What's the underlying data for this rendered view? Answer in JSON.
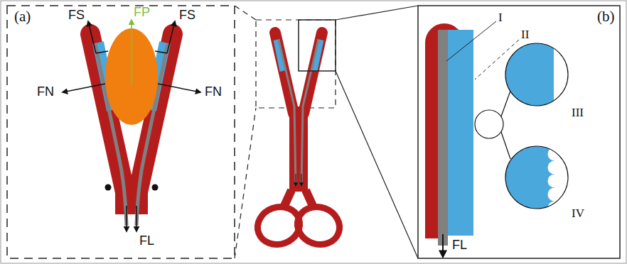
{
  "diagram": {
    "labels": [
      "(a)",
      "FP",
      "FS",
      "FS",
      "FN",
      "FN",
      "FL",
      "(b)",
      "I",
      "II",
      "III",
      "IV",
      "FL"
    ]
  }
}
